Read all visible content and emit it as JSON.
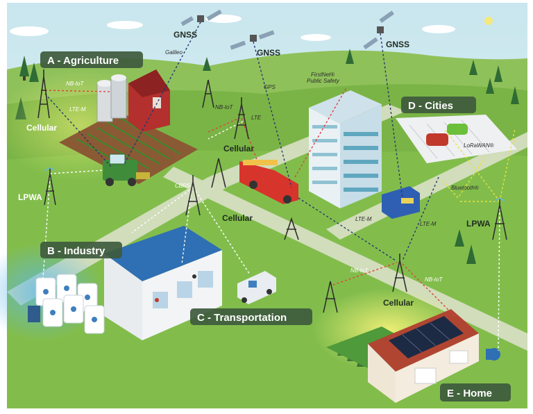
{
  "zones": {
    "agriculture": "A - Agriculture",
    "industry": "B - Industry",
    "transportation": "C - Transportation",
    "cities": "D - Cities",
    "home": "E - Home"
  },
  "satellites": {
    "left": "GNSS",
    "middle": "GNSS",
    "right": "GNSS"
  },
  "towers": {
    "agri_cellular": "Cellular",
    "agri_lpwa": "LPWA",
    "center_cellular": "Cellular",
    "mid_cellular": "Cellular",
    "home_cellular": "Cellular",
    "city_lpwa": "LPWA"
  },
  "link_labels": {
    "galileo": "Galileo",
    "gps": "GPS",
    "nbiot_agri": "NB-IoT",
    "ltem_agri": "LTE-M",
    "nbiot_center": "NB-IoT",
    "lte_center": "LTE",
    "firstnet": "FirstNet® Public Safety",
    "cbrs": "CBRS",
    "ltem_road": "LTE-M",
    "ltem_city": "LTE-M",
    "bluetooth": "Bluetooth®",
    "lorawan": "LoRaWAN®",
    "nbiot_home_a": "NB-IoT",
    "nbiot_home_b": "NB-IoT"
  },
  "colors": {
    "sky": "#cfe8ef",
    "hill_far": "#7fb447",
    "hill_near": "#6aa33d",
    "field": "#8cc152",
    "road": "#d8dcc8",
    "pill": "#3e5a3d",
    "link_red": "#e0403a",
    "link_navy": "#27366e",
    "link_white": "#ffffff",
    "link_yellow": "#e8e23a"
  }
}
